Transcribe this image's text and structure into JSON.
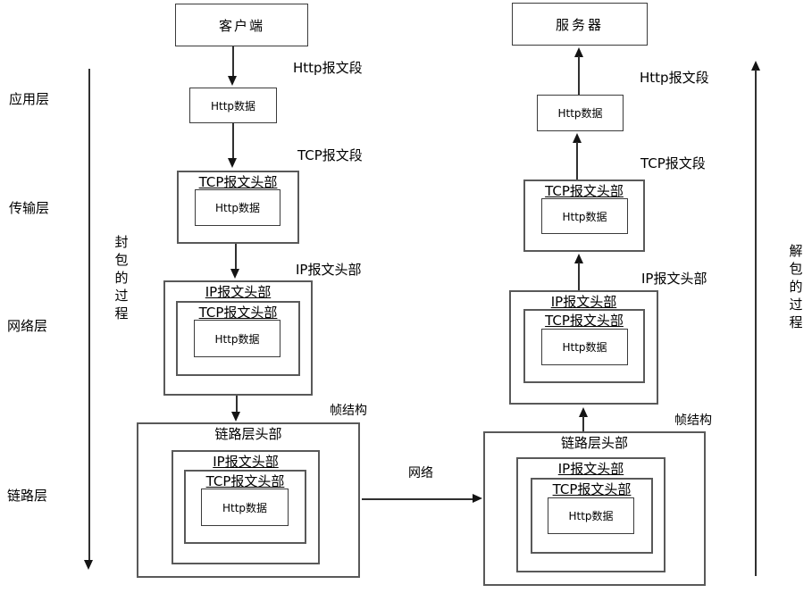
{
  "nodes": {
    "client": "客户端",
    "server": "服务器",
    "http_data": "Http数据",
    "tcp_header": "TCP报文头部",
    "ip_header": "IP报文头部",
    "link_header": "链路层头部"
  },
  "layer_labels": {
    "application": "应用层",
    "transport": "传输层",
    "network": "网络层",
    "link": "链路层"
  },
  "process_labels": {
    "encapsulation": "封包的过程",
    "decapsulation": "解包的过程"
  },
  "edge_labels": {
    "http_segment": "Http报文段",
    "tcp_segment": "TCP报文段",
    "ip_header": "IP报文头部",
    "frame": "帧结构",
    "network": "网络"
  },
  "colors": {
    "line": "#303030",
    "container_border": "#595959",
    "box_border": "#3b3b3b",
    "text": "#000000",
    "background": "#ffffff"
  }
}
